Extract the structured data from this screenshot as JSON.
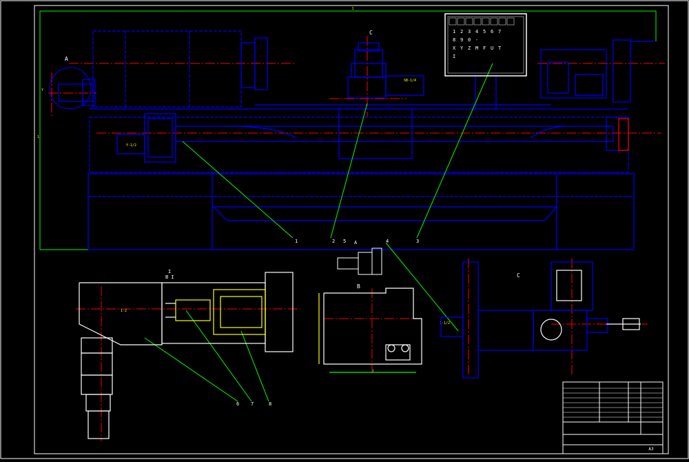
{
  "drawing": {
    "background": "#000000",
    "colors": {
      "frame": "#ffffff",
      "outline": "#0000ff",
      "centerline": "#ff0000",
      "leader": "#00ff00",
      "detail": "#ffffff",
      "panel_face": "#ffffff",
      "tag_text": "#ffff00"
    },
    "labels": {
      "view_a": "A",
      "view_b": "B",
      "view_c": "C",
      "view_c_top": "C",
      "section_i": "I",
      "section_b": "B I",
      "callout_1": "1",
      "callout_2": "2",
      "callout_3": "3",
      "callout_4": "4",
      "callout_5": "5",
      "callout_6": "6",
      "callout_7": "7",
      "callout_8": "8",
      "callout_a": "A"
    },
    "component_tags": {
      "top_motor": "SB-1/4",
      "left_motor": "Y-1/2",
      "left_small": "Y",
      "section_tag": "1-2",
      "bottom_motor": "1-1/2",
      "dimension_top": "1",
      "dimension_left": "1",
      "dimension_b": "1"
    },
    "control_panel": {
      "rows": [
        [
          "1",
          "2",
          "3",
          "4",
          "5",
          "6",
          "7"
        ],
        [
          "8",
          "9",
          "0",
          "-",
          "",
          "",
          ""
        ],
        [
          "X",
          "Y",
          "Z",
          "M",
          "F",
          "U",
          "T"
        ],
        [
          "I",
          "",
          "",
          "",
          "",
          "",
          ""
        ]
      ]
    },
    "title_block": {
      "rows": [
        "",
        "",
        "",
        "",
        "",
        "",
        "",
        ""
      ],
      "name_cell": "",
      "sheet_cell": "A3",
      "scale_cell": "",
      "footer_cells": [
        "",
        "",
        "",
        "",
        ""
      ]
    }
  }
}
